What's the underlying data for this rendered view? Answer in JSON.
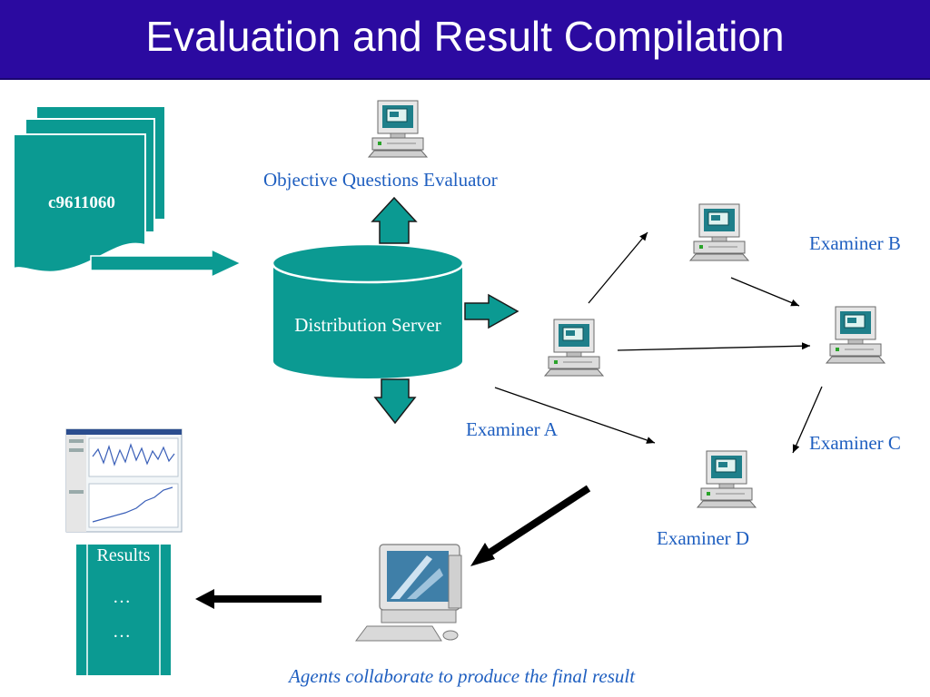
{
  "title": "Evaluation and Result Compilation",
  "documents": {
    "id_label": "c9611060"
  },
  "server": {
    "label": "Distribution Server"
  },
  "evaluator": {
    "label": "Objective Questions Evaluator"
  },
  "examiners": {
    "a": "Examiner A",
    "b": "Examiner B",
    "c": "Examiner C",
    "d": "Examiner D"
  },
  "results": {
    "label": "Results",
    "rows": [
      "…",
      "…"
    ]
  },
  "caption": "Agents collaborate to produce the final result",
  "colors": {
    "title_bg": "#2b0aa0",
    "teal": "#0b9a92",
    "label_blue": "#1f5fc0"
  },
  "icons": [
    "computer-icon",
    "desktop-workstation-icon",
    "results-screenshot-thumbnail"
  ]
}
